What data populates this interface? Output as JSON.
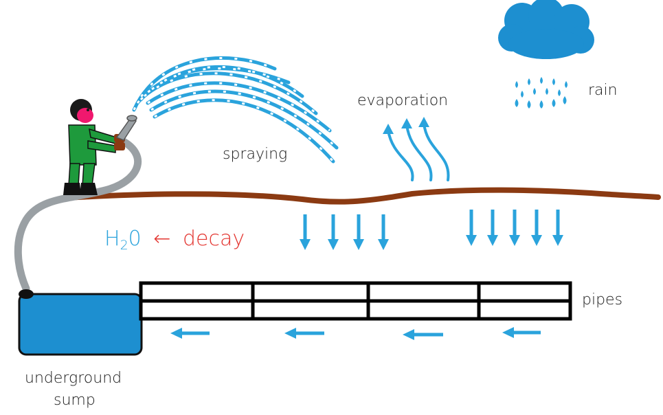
{
  "labels": {
    "spraying": "spraying",
    "evaporation": "evaporation",
    "rain": "rain",
    "pipes": "pipes",
    "sump_line1": "underground",
    "sump_line2": "sump",
    "h2o_base": "H",
    "h2o_sub": "2",
    "h2o_tail": "0",
    "decay_arrow": "←",
    "decay": "decay"
  },
  "colors": {
    "water": "#2aa3dc",
    "soil": "#8b3a12",
    "hose": "#9aa0a4",
    "worker_suit": "#1e9a3c",
    "worker_face": "#f0186e",
    "decay_text": "#e3342f",
    "pipe_outline": "#000000",
    "sump_fill": "#1d8fd0"
  },
  "icons": {
    "worker": "person-with-hose-icon",
    "cloud": "rain-cloud-icon",
    "drops": "raindrop-icon"
  }
}
